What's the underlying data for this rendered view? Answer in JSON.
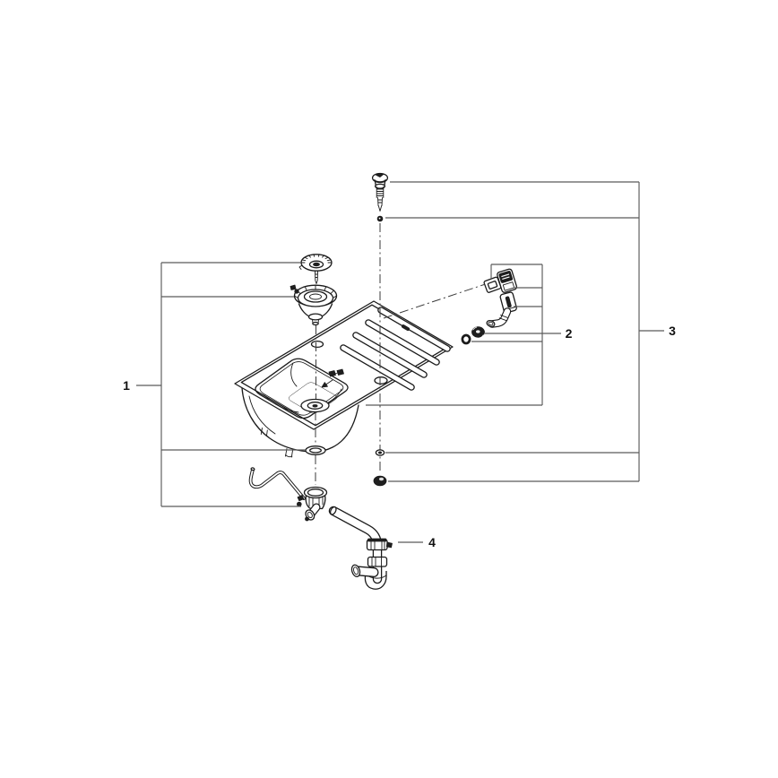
{
  "canvas": {
    "background": "#ffffff",
    "line_color": "#1b1b1b",
    "callout_line_color": "#5a5a5a",
    "label_color": "#111111"
  },
  "callouts": {
    "part1": {
      "label": "1"
    },
    "part2": {
      "label": "2"
    },
    "part3": {
      "label": "3"
    },
    "part4": {
      "label": "4"
    }
  }
}
